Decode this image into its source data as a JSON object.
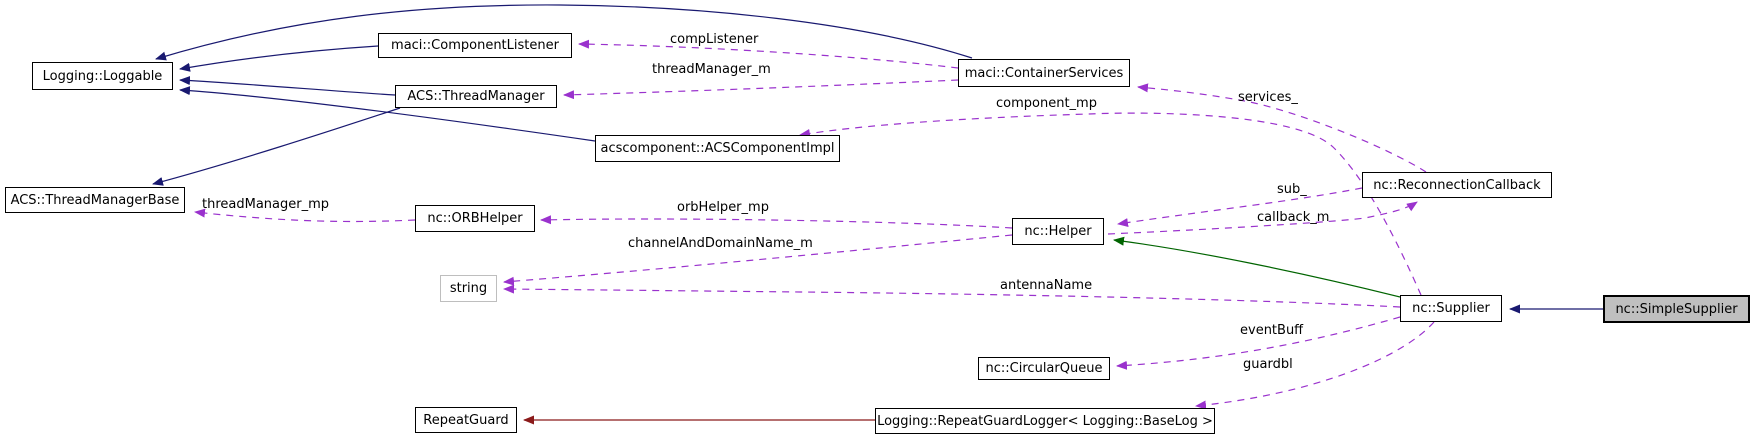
{
  "diagram": {
    "kind": "collaboration-graph",
    "focus_class": "nc::SimpleSupplier",
    "colors": {
      "inheritance": "#191970",
      "protected_inheritance": "#006400",
      "private_inheritance": "#8b1a1a",
      "usage": "#9a32cd",
      "node_border": "#000000",
      "external_node_border": "#bebebe",
      "focus_node_fill": "#bfbfbf",
      "background": "#ffffff"
    },
    "nodes": [
      {
        "id": "loggable",
        "label": "Logging::Loggable"
      },
      {
        "id": "component-listener",
        "label": "maci::ComponentListener"
      },
      {
        "id": "thread-manager",
        "label": "ACS::ThreadManager"
      },
      {
        "id": "acs-component-impl",
        "label": "acscomponent::ACSComponentImpl"
      },
      {
        "id": "container-services",
        "label": "maci::ContainerServices"
      },
      {
        "id": "thread-manager-base",
        "label": "ACS::ThreadManagerBase"
      },
      {
        "id": "orb-helper",
        "label": "nc::ORBHelper"
      },
      {
        "id": "helper",
        "label": "nc::Helper"
      },
      {
        "id": "reconnection-callback",
        "label": "nc::ReconnectionCallback"
      },
      {
        "id": "string",
        "label": "string"
      },
      {
        "id": "supplier",
        "label": "nc::Supplier"
      },
      {
        "id": "simple-supplier",
        "label": "nc::SimpleSupplier"
      },
      {
        "id": "circular-queue",
        "label": "nc::CircularQueue"
      },
      {
        "id": "repeat-guard",
        "label": "RepeatGuard"
      },
      {
        "id": "repeat-guard-logger",
        "label": "Logging::RepeatGuardLogger< Logging::BaseLog >"
      }
    ],
    "edges": [
      {
        "from": "maci::ContainerServices",
        "to": "Logging::Loggable",
        "type": "public-inheritance"
      },
      {
        "from": "maci::ComponentListener",
        "to": "Logging::Loggable",
        "type": "public-inheritance"
      },
      {
        "from": "ACS::ThreadManager",
        "to": "Logging::Loggable",
        "type": "public-inheritance"
      },
      {
        "from": "acscomponent::ACSComponentImpl",
        "to": "Logging::Loggable",
        "type": "public-inheritance"
      },
      {
        "from": "ACS::ThreadManager",
        "to": "ACS::ThreadManagerBase",
        "type": "public-inheritance"
      },
      {
        "from": "nc::SimpleSupplier",
        "to": "nc::Supplier",
        "type": "public-inheritance"
      },
      {
        "from": "nc::Supplier",
        "to": "nc::Helper",
        "type": "protected-inheritance"
      },
      {
        "from": "Logging::RepeatGuardLogger< Logging::BaseLog >",
        "to": "RepeatGuard",
        "type": "private-inheritance"
      },
      {
        "from": "maci::ContainerServices",
        "to": "maci::ComponentListener",
        "type": "usage",
        "label": "compListener"
      },
      {
        "from": "maci::ContainerServices",
        "to": "ACS::ThreadManager",
        "type": "usage",
        "label": "threadManager_m"
      },
      {
        "from": "nc::Supplier",
        "to": "acscomponent::ACSComponentImpl",
        "type": "usage",
        "label": "component_mp"
      },
      {
        "from": "nc::ReconnectionCallback",
        "to": "maci::ContainerServices",
        "type": "usage",
        "label": "services_"
      },
      {
        "from": "nc::ReconnectionCallback",
        "to": "nc::Helper",
        "type": "usage",
        "label": "sub_"
      },
      {
        "from": "nc::Helper",
        "to": "nc::ReconnectionCallback",
        "type": "usage",
        "label": "callback_m"
      },
      {
        "from": "nc::ORBHelper",
        "to": "ACS::ThreadManagerBase",
        "type": "usage",
        "label": "threadManager_mp"
      },
      {
        "from": "nc::Helper",
        "to": "nc::ORBHelper",
        "type": "usage",
        "label": "orbHelper_mp"
      },
      {
        "from": "nc::Helper",
        "to": "string",
        "type": "usage",
        "label": "channelAndDomainName_m"
      },
      {
        "from": "nc::Supplier",
        "to": "string",
        "type": "usage",
        "label": "antennaName"
      },
      {
        "from": "nc::Supplier",
        "to": "nc::CircularQueue",
        "type": "usage",
        "label": "eventBuff"
      },
      {
        "from": "nc::Supplier",
        "to": "Logging::RepeatGuardLogger< Logging::BaseLog >",
        "type": "usage",
        "label": "guardbl"
      }
    ]
  }
}
